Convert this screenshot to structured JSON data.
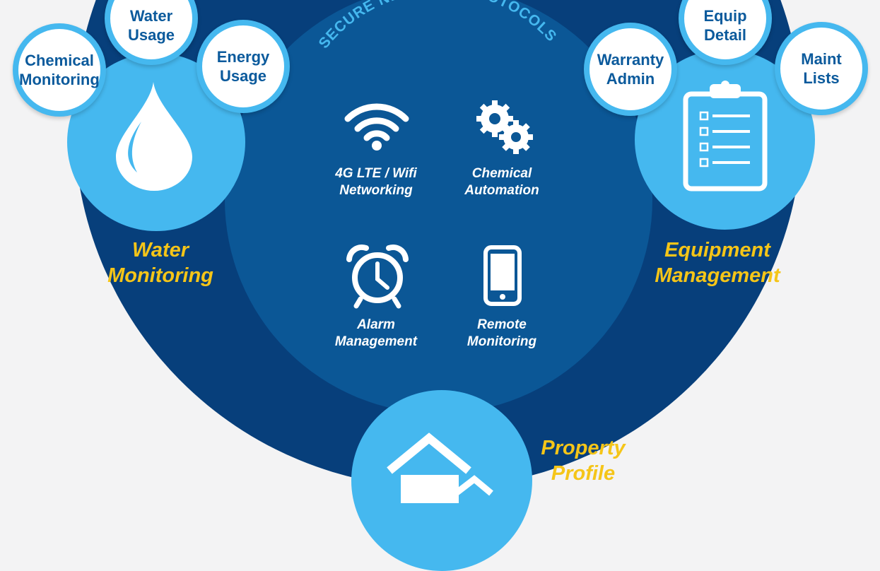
{
  "inner_arc_text": "SECURE NETWORK PROTOCOLS",
  "water": {
    "label": "Water\nMonitoring",
    "bubbles": [
      "Chemical\nMonitoring",
      "Water\nUsage",
      "Energy\nUsage"
    ],
    "icon": "water-drop-icon"
  },
  "equipment": {
    "label": "Equipment\nManagement",
    "bubbles": [
      "Warranty\nAdmin",
      "Equip\nDetail",
      "Maint\nLists"
    ],
    "icon": "clipboard-checklist-icon"
  },
  "property": {
    "label": "Property\nProfile",
    "icon": "house-icon"
  },
  "features": [
    {
      "label": "4G LTE / Wifi\nNetworking",
      "icon": "wifi-icon"
    },
    {
      "label": "Chemical\nAutomation",
      "icon": "gears-icon"
    },
    {
      "label": "Alarm\nManagement",
      "icon": "alarm-clock-icon"
    },
    {
      "label": "Remote\nMonitoring",
      "icon": "smartphone-icon"
    }
  ],
  "colors": {
    "outer_ring": "#073f7b",
    "inner_circle": "#0b5796",
    "hub": "#45b8ef",
    "gold_label": "#f5c518",
    "bubble_text": "#0b5a9c"
  }
}
